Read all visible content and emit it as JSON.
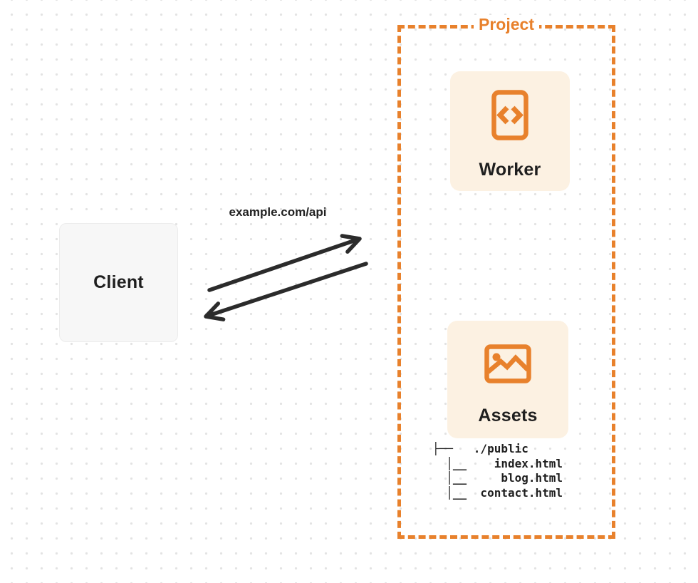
{
  "diagram": {
    "client": {
      "label": "Client"
    },
    "request_label": "example.com/api",
    "project": {
      "label": "Project",
      "nodes": [
        {
          "id": "worker",
          "label": "Worker",
          "icon": "code-document-icon"
        },
        {
          "id": "assets",
          "label": "Assets",
          "icon": "image-icon"
        }
      ],
      "file_tree": {
        "root": "./public",
        "files": [
          "index.html",
          "blog.html",
          "contact.html"
        ],
        "lines": [
          "├──   ./public",
          "  │__    index.html",
          "  │__     blog.html",
          "  │__  contact.html"
        ]
      }
    },
    "colors": {
      "accent_orange": "#e8812c",
      "card_background": "#fcf1e2",
      "client_background": "#f7f7f7",
      "arrow_black": "#2b2b2b",
      "dot_grid": "#e3e3e3"
    }
  }
}
